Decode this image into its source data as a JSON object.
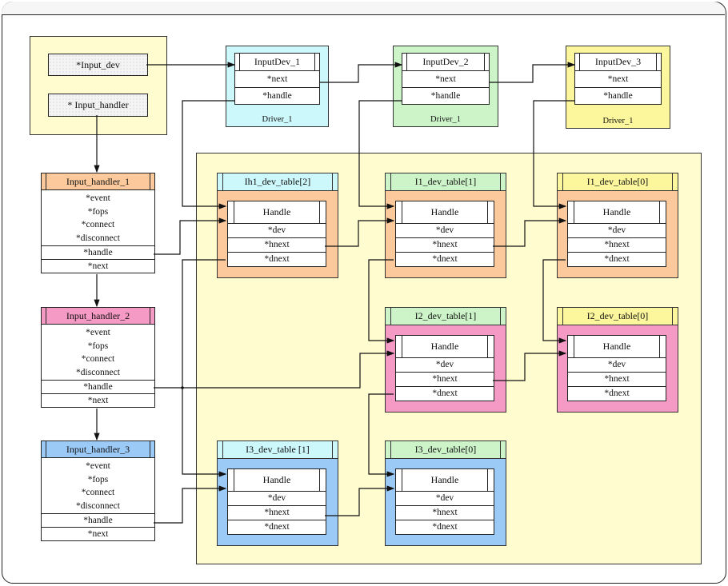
{
  "colors": {
    "cyan": "#ccf7fb",
    "green": "#cdf4c9",
    "yellow": "#fcf79c",
    "orange": "#fbc99c",
    "pink": "#f59ac5",
    "blue": "#9ccaf7",
    "area": "#fffccf"
  },
  "globals": {
    "input_dev": "*Input_dev",
    "input_handler": "* Input_handler"
  },
  "devices": [
    {
      "title": "InputDev_1",
      "fields": [
        "*next",
        "*handle"
      ],
      "caption": "Driver_1",
      "color": "cyan"
    },
    {
      "title": "InputDev_2",
      "fields": [
        "*next",
        "*handle"
      ],
      "caption": "Driver_1",
      "color": "green"
    },
    {
      "title": "InputDev_3",
      "fields": [
        "*next",
        "*handle"
      ],
      "caption": "Driver_1",
      "color": "yellow"
    }
  ],
  "handlers": [
    {
      "title": "Input_handler_1",
      "fields": [
        "*event",
        "*fops",
        "*connect",
        "*disconnect"
      ],
      "handle": "*handle",
      "next": "*next",
      "color": "orange"
    },
    {
      "title": "Input_handler_2",
      "fields": [
        "*event",
        "*fops",
        "*connect",
        "*disconnect"
      ],
      "handle": "*handle",
      "next": "*next",
      "color": "pink"
    },
    {
      "title": "Input_handler_3",
      "fields": [
        "*event",
        "*fops",
        "*connect",
        "*disconnect"
      ],
      "handle": "*handle",
      "next": "*next",
      "color": "blue"
    }
  ],
  "tables": [
    {
      "title": "Ih1_dev_table[2]",
      "title_color": "cyan",
      "body_color": "orange",
      "handle": "Handle",
      "fields": [
        "*dev",
        "*hnext",
        "*dnext"
      ]
    },
    {
      "title": "I1_dev_table[1]",
      "title_color": "green",
      "body_color": "orange",
      "handle": "Handle",
      "fields": [
        "*dev",
        "*hnext",
        "*dnext"
      ]
    },
    {
      "title": "I1_dev_table[0]",
      "title_color": "yellow",
      "body_color": "orange",
      "handle": "Handle",
      "fields": [
        "*dev",
        "*hnext",
        "*dnext"
      ]
    },
    {
      "title": "I2_dev_table[1]",
      "title_color": "green",
      "body_color": "pink",
      "handle": "Handle",
      "fields": [
        "*dev",
        "*hnext",
        "*dnext"
      ]
    },
    {
      "title": "I2_dev_table[0]",
      "title_color": "yellow",
      "body_color": "pink",
      "handle": "Handle",
      "fields": [
        "*dev",
        "*hnext",
        "*dnext"
      ]
    },
    {
      "title": "I3_dev_table [1]",
      "title_color": "cyan",
      "body_color": "blue",
      "handle": "Handle",
      "fields": [
        "*dev",
        "*hnext",
        "*dnext"
      ]
    },
    {
      "title": "I3_dev_table[0]",
      "title_color": "green",
      "body_color": "blue",
      "handle": "Handle",
      "fields": [
        "*dev",
        "*hnext",
        "*dnext"
      ]
    }
  ]
}
